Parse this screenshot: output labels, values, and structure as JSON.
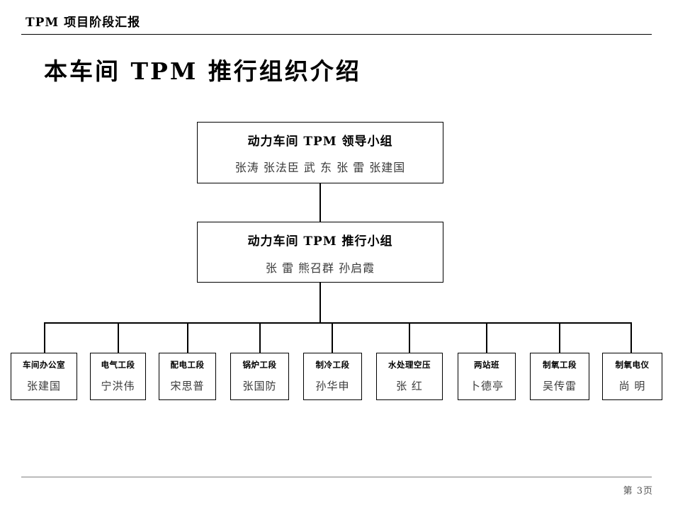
{
  "header": {
    "title": "TPM 项目阶段汇报"
  },
  "slide": {
    "title": "本车间 TPM 推行组织介绍"
  },
  "org_chart": {
    "type": "hierarchy",
    "levels": [
      {
        "level": 1,
        "nodes": [
          {
            "id": "leadership",
            "heading": "动力车间 TPM 领导小组",
            "members": "张涛  张法臣  武 东  张 雷  张建国"
          }
        ]
      },
      {
        "level": 2,
        "nodes": [
          {
            "id": "execution",
            "heading": "动力车间 TPM 推行小组",
            "members": "张 雷  熊召群  孙启霞"
          }
        ]
      },
      {
        "level": 3,
        "nodes": [
          {
            "id": "unit-1",
            "title": "车间办公室",
            "name": "张建国"
          },
          {
            "id": "unit-2",
            "title": "电气工段",
            "name": "宁洪伟"
          },
          {
            "id": "unit-3",
            "title": "配电工段",
            "name": "宋思普"
          },
          {
            "id": "unit-4",
            "title": "锅炉工段",
            "name": "张国防"
          },
          {
            "id": "unit-5",
            "title": "制冷工段",
            "name": "孙华申"
          },
          {
            "id": "unit-6",
            "title": "水处理空压",
            "name": "张  红"
          },
          {
            "id": "unit-7",
            "title": "两站班",
            "name": "卜德亭"
          },
          {
            "id": "unit-8",
            "title": "制氧工段",
            "name": "吴传雷"
          },
          {
            "id": "unit-9",
            "title": "制氧电仪",
            "name": "尚  明"
          }
        ]
      }
    ]
  },
  "footer": {
    "page_label": "第  3页"
  },
  "colors": {
    "line": "#000000",
    "footer_rule": "#808080",
    "text": "#000000",
    "muted_text": "#3a3a3a",
    "background": "#ffffff"
  }
}
